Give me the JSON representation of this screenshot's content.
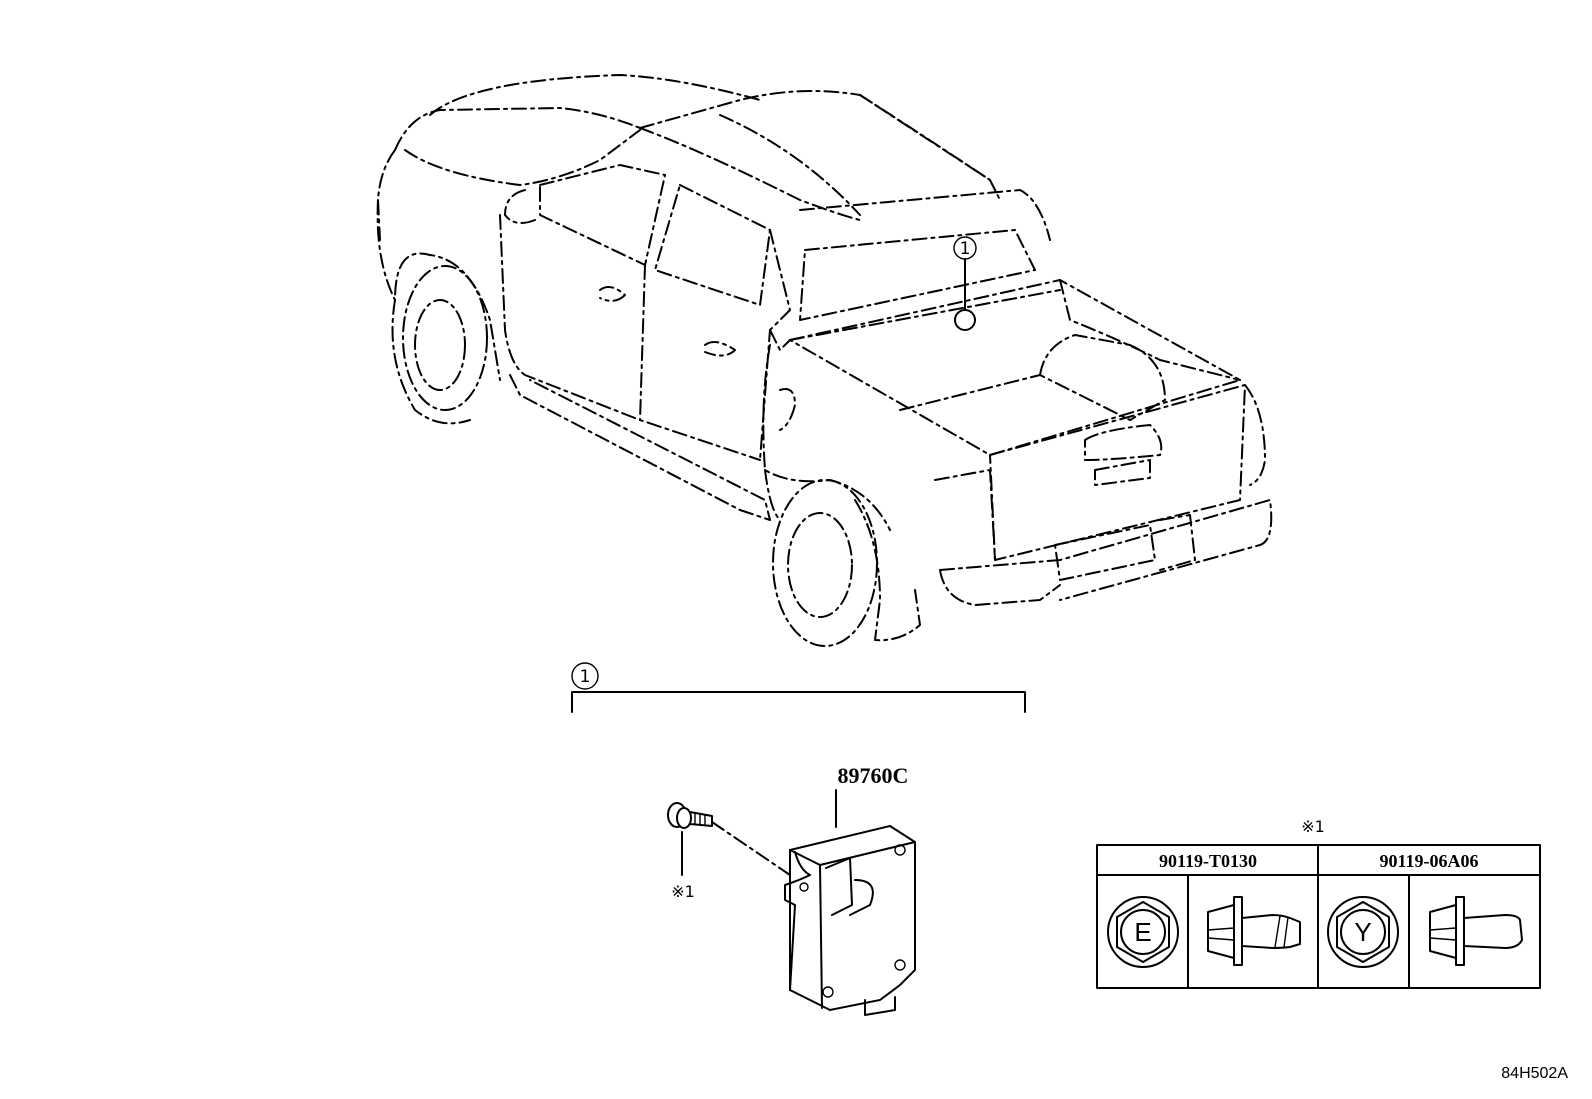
{
  "callouts": {
    "vehicle_callout": "1",
    "group_callout": "1"
  },
  "part": {
    "number": "89760C"
  },
  "bolt": {
    "note_mark": "※1"
  },
  "table": {
    "note_mark": "※1",
    "columns": [
      {
        "part_number": "90119-T0130",
        "head_mark": "E"
      },
      {
        "part_number": "90119-06A06",
        "head_mark": "Y"
      }
    ]
  },
  "drawing_code": "84H502A"
}
